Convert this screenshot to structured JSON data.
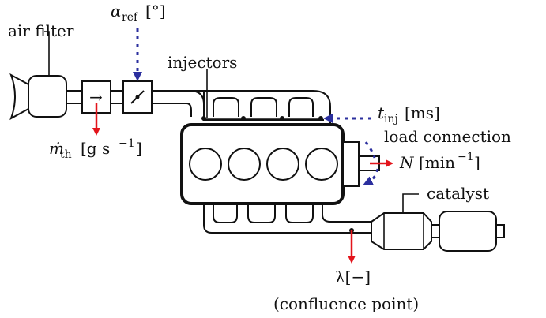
{
  "labels": {
    "air_filter": "air filter",
    "alpha_ref_sym": "α",
    "alpha_ref_sub": "ref",
    "alpha_ref_unit": "[°]",
    "injectors": "injectors",
    "t_inj_sym": "t",
    "t_inj_sub": "inj",
    "t_inj_unit": "[ms]",
    "load_connection": "load connection",
    "N_sym": "N",
    "N_unit_a": "[min",
    "N_unit_exp": "−1",
    "N_unit_b": "]",
    "m_th_sym": "ṁ",
    "m_th_sub": "th",
    "m_th_unit_a": "[g s",
    "m_th_unit_exp": "−1",
    "m_th_unit_b": "]",
    "catalyst": "catalyst",
    "lambda": "λ[−]",
    "confluence": "(confluence point)",
    "flow_arrow": "→"
  },
  "colors": {
    "input_signal": "#2b2f9e",
    "output_signal": "#e3141b",
    "line": "#111111"
  }
}
